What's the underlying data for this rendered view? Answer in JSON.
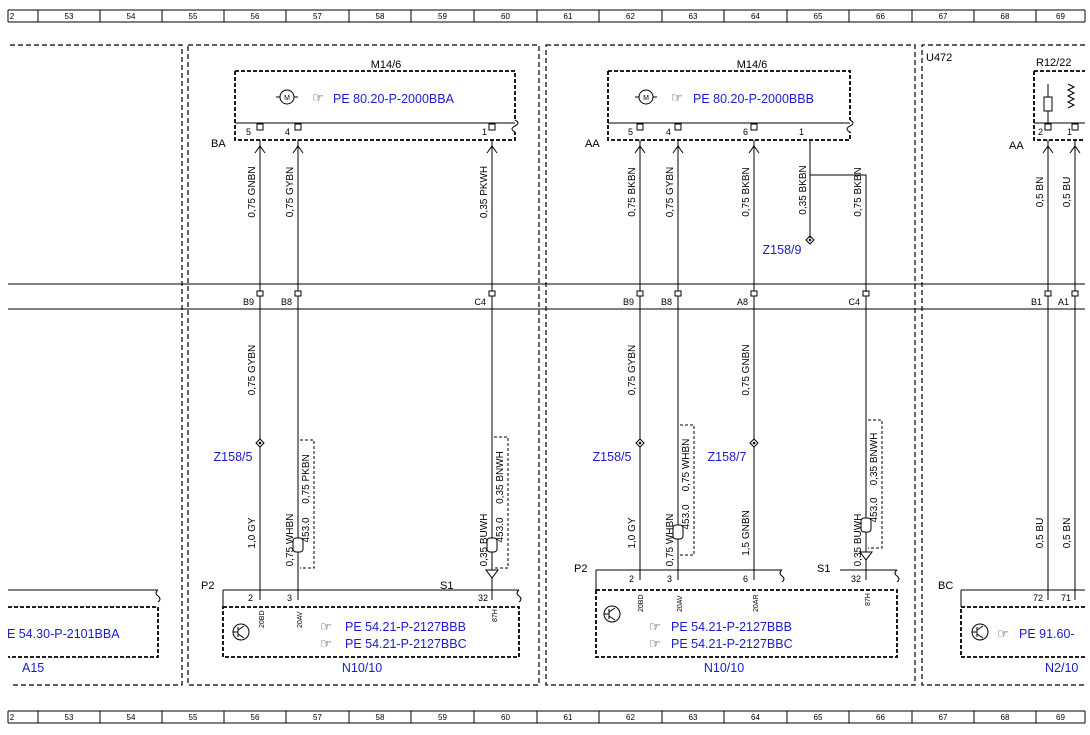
{
  "grid": {
    "labels": [
      "2",
      "53",
      "54",
      "55",
      "56",
      "57",
      "58",
      "59",
      "60",
      "61",
      "62",
      "63",
      "64",
      "65",
      "66",
      "67",
      "68",
      "69"
    ]
  },
  "icons": {
    "motor_letter": "M",
    "hand": "☞"
  },
  "m14_6_left": {
    "name": "M14/6",
    "doc_link": "PE 80.20-P-2000BBA",
    "connector": "BA",
    "pins": [
      "5",
      "4",
      "1"
    ]
  },
  "m14_6_right": {
    "name": "M14/6",
    "doc_link": "PE 80.20-P-2000BBB",
    "connector": "AA",
    "pins": [
      "5",
      "4",
      "6",
      "1"
    ]
  },
  "u472": {
    "section": "U472",
    "component": "R12/22",
    "connector": "AA",
    "pins": [
      "2",
      "1"
    ]
  },
  "wires": [
    {
      "id": "w1",
      "upper": "0,75 GNBN",
      "bar_pin": "B9",
      "lower": "0,75 GYBN",
      "bottom": "1,0 GY",
      "splice": "Z158/5"
    },
    {
      "id": "w2",
      "upper": "0,75 GYBN",
      "bar_pin": "B8",
      "lower": "",
      "bottom": "0,75 WHBN",
      "shielded": "0,75 PKBN",
      "shield_code": "453.0"
    },
    {
      "id": "w3",
      "upper": "0,35 PKWH",
      "bar_pin": "C4",
      "lower": "",
      "bottom": "0,35 BUWH",
      "shielded": "0,35 BNWH",
      "shield_code": "453.0"
    },
    {
      "id": "w4",
      "upper": "0,75 BKBN",
      "bar_pin": "B9",
      "lower": "0,75 GYBN",
      "bottom": "1,0 GY",
      "splice": "Z158/5"
    },
    {
      "id": "w5",
      "upper": "0,75 GYBN",
      "bar_pin": "B8",
      "lower": "",
      "bottom": "0,75 WHBN",
      "shielded": "0,75 WHBN",
      "shield_code": "453.0"
    },
    {
      "id": "w6",
      "upper": "0,75 BKBN",
      "bar_pin": "A8",
      "lower": "0,75 GNBN",
      "bottom": "1,5 GNBN",
      "splice": "Z158/7"
    },
    {
      "id": "w7",
      "upper": "0,35 BKBN",
      "splice": "Z158/9"
    },
    {
      "id": "w8",
      "upper": "0,75 BKBN",
      "bar_pin": "C4",
      "lower": "",
      "bottom": "0,35 BUWH",
      "shielded": "0,35 BNWH",
      "shield_code": "453.0"
    },
    {
      "id": "w9",
      "upper": "0,5 BN",
      "bar_pin": "B1",
      "lower": "",
      "bottom": "0,5 BU"
    },
    {
      "id": "w10",
      "upper": "0,5 BU",
      "bar_pin": "A1",
      "lower": "",
      "bottom": "0,5 BN"
    }
  ],
  "n10_left": {
    "name": "N10/10",
    "conn_p2": "P2",
    "conn_s1": "S1",
    "pins": [
      "2",
      "3",
      "32"
    ],
    "codes": [
      "20BD",
      "20AV",
      "87H"
    ],
    "link_a": "PE 54.21-P-2127BBB",
    "link_b": "PE 54.21-P-2127BBC"
  },
  "n10_right": {
    "name": "N10/10",
    "conn_p2": "P2",
    "conn_s1": "S1",
    "pins": [
      "2",
      "3",
      "6",
      "32"
    ],
    "codes": [
      "20BD",
      "20AV",
      "20AR",
      "87H"
    ],
    "link_a": "PE 54.21-P-2127BBB",
    "link_b": "PE 54.21-P-2127BBC"
  },
  "a15": {
    "name": "A15",
    "doc_link": "E 54.30-P-2101BBA"
  },
  "n2_10": {
    "name": "N2/10",
    "connector": "BC",
    "pins": [
      "72",
      "71"
    ],
    "doc_link": "PE 91.60-"
  }
}
